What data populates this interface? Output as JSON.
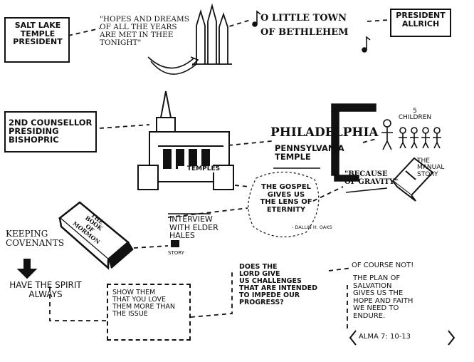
{
  "nodes": {
    "slc_president": "Salt Lake\nTemple\nPresident",
    "hopes_quote": "\"Hopes and Dreams\nof all the Years\nare met in thee\ntonight\"",
    "little_town": "O Little Town\nof Bethlehem",
    "president_allrich": "President\nAllrich",
    "second_counselor": "2nd Counsellor\nPresiding Bishopric",
    "temples_label": "Temples",
    "philadelphia": "Philadelphia",
    "pennsylvania_temple": "Pennsylvania\nTemple",
    "five_children": "5\nChildren",
    "manual_story": "The\nManual\nStory",
    "because_gravity": "\"Because\nof Gravity\"",
    "gospel_lens": "The Gospel\ngives us\nthe lens of\nEternity",
    "gospel_attribution": "- Dallin H. Oaks",
    "interview": "Interview\nwith Elder\nHales",
    "story_label": "Story",
    "book_title": "The\nBook\nof\nMormon",
    "keeping_covenants": "Keeping\nCovenants",
    "have_spirit": "Have the Spirit\nAlways",
    "show_them": "Show them\nthat you love\nthem more than\nthe issue",
    "challenges_question": "Does the\nLord give\nus challenges\nthat are intended\nto impede our\nprogress?",
    "of_course_not": "Of course not!",
    "plan_of_salvation": "The plan of\nSalvation\ngives us the\nhope and faith\nwe need to\nendure.",
    "alma_ref": "Alma 7: 10-13"
  },
  "colors": {
    "ink": "#111111",
    "paper": "#ffffff"
  },
  "icons": [
    "temple-icon",
    "arrow-down-icon",
    "music-note-icon",
    "stick-figure-icon",
    "book-icon",
    "film-strip-icon"
  ]
}
